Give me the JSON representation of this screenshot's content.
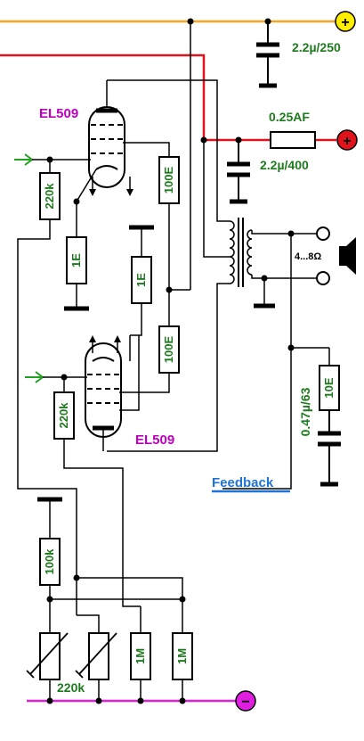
{
  "components": {
    "tube_top": "EL509",
    "tube_bottom": "EL509",
    "cap_supply": "2.2µ/250",
    "fuse": "0.25AF",
    "cap_hv": "2.2µ/400",
    "load": "4...8Ω",
    "cap_feedback": "0.47µ/63",
    "r_fb": "10E",
    "r_grid_top": "220k",
    "r_cath_top": "1E",
    "r_screen_top": "100E",
    "r_cath_bottom": "1E",
    "r_screen_bottom": "100E",
    "r_grid_bottom": "220k",
    "r_bias": "100k",
    "pot_bias": "220k",
    "r_1m_a": "1M",
    "r_1m_b": "1M"
  },
  "feedback_label": "Feedback",
  "terminals": {
    "plus_low": "+",
    "plus_high": "+",
    "minus": "−"
  },
  "colors": {
    "wire": "#000000",
    "supply_low_rail": "#f5a623",
    "supply_high_rail": "#e0121b",
    "negative_rail": "#e01ee0",
    "terminal_plus_low": "#ffee00",
    "terminal_plus_high": "#e0121b",
    "terminal_minus": "#e01ee0",
    "resistor_fill": "#ffffff",
    "component_text": "#1e7a1e",
    "tube_label": "#c000c0",
    "feedback_label": "#1f73d6",
    "input_arrow": "#22a022"
  }
}
